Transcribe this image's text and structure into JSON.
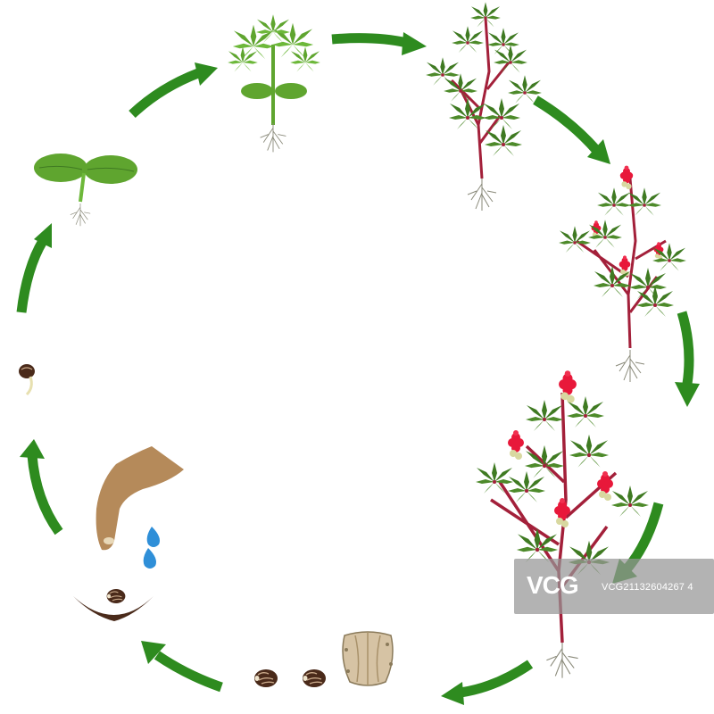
{
  "diagram": {
    "stages": [
      {
        "name": "germinating-seed"
      },
      {
        "name": "seedling"
      },
      {
        "name": "young-plant"
      },
      {
        "name": "growing-plant"
      },
      {
        "name": "budding-plant"
      },
      {
        "name": "flowering-plant"
      },
      {
        "name": "seed-pod"
      },
      {
        "name": "seeds"
      },
      {
        "name": "sowing-hand-with-water"
      }
    ],
    "arrow_color": "#2e8b1f",
    "leaf_color": "#3f7a22",
    "stem_color": "#a3203a",
    "flower_color": "#e8183a"
  },
  "watermark": {
    "logo": "VCG",
    "id": "VCG21132604267 4"
  }
}
